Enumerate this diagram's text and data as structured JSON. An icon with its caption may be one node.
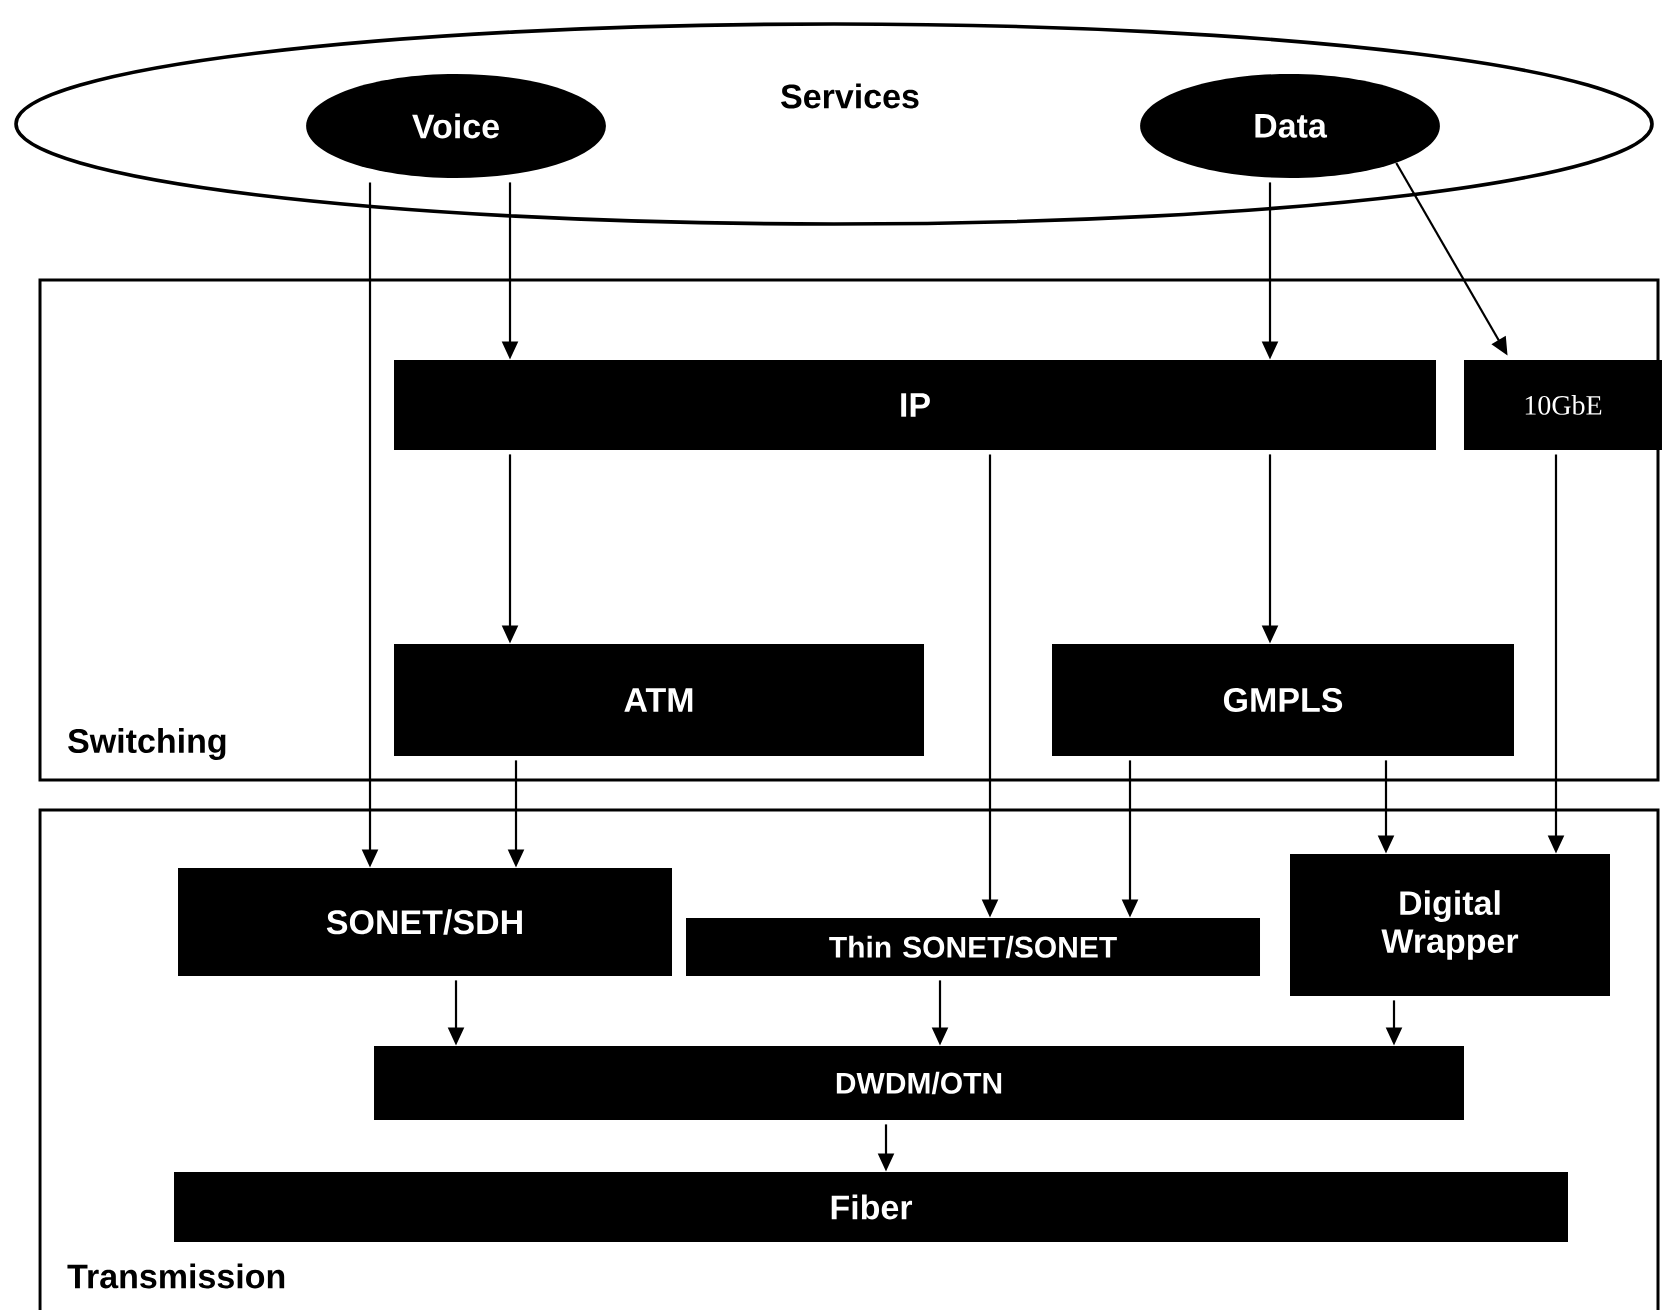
{
  "diagram": {
    "nodes": [
      {
        "text": [
          "Services"
        ]
      },
      {
        "text": [
          "Voice"
        ],
        "in": 0
      },
      {
        "text": [
          "Data"
        ],
        "in": 0
      },
      {
        "text": [
          "Switching"
        ]
      },
      {
        "text": [
          "IP"
        ],
        "in": 3
      },
      {
        "text": [
          "10GbE"
        ],
        "in": 3
      },
      {
        "text": [
          "ATM"
        ],
        "in": 3
      },
      {
        "text": [
          "GMPLS"
        ],
        "in": 3
      },
      {
        "text": [
          "Transmission"
        ]
      },
      {
        "text": [
          "SONET/SDH"
        ],
        "in": 8
      },
      {
        "text": [
          "Thin SONET/SONET"
        ],
        "in": 8
      },
      {
        "text": [
          "Digital Wrapper"
        ],
        "in": 8
      },
      {
        "text": [
          "DWDM/OTN"
        ],
        "in": 8
      },
      {
        "text": [
          "Fiber"
        ],
        "in": 8
      }
    ],
    "edges": [
      {
        "from": 1,
        "to": 9,
        "arrow": "to"
      },
      {
        "from": 1,
        "to": 4,
        "arrow": "to"
      },
      {
        "from": 2,
        "to": 4,
        "arrow": "to"
      },
      {
        "from": 2,
        "to": 5,
        "arrow": "to"
      },
      {
        "from": 4,
        "to": 6,
        "arrow": "to"
      },
      {
        "from": 4,
        "to": 10,
        "arrow": "to"
      },
      {
        "from": 4,
        "to": 7,
        "arrow": "to"
      },
      {
        "from": 5,
        "to": 11,
        "arrow": "to"
      },
      {
        "from": 6,
        "to": 9,
        "arrow": "to"
      },
      {
        "from": 7,
        "to": 10,
        "arrow": "to"
      },
      {
        "from": 7,
        "to": 11,
        "arrow": "to"
      },
      {
        "from": 9,
        "to": 12,
        "arrow": "to"
      },
      {
        "from": 10,
        "to": 12,
        "arrow": "to"
      },
      {
        "from": 11,
        "to": 12,
        "arrow": "to"
      },
      {
        "from": 12,
        "to": 13,
        "arrow": "to"
      }
    ]
  }
}
